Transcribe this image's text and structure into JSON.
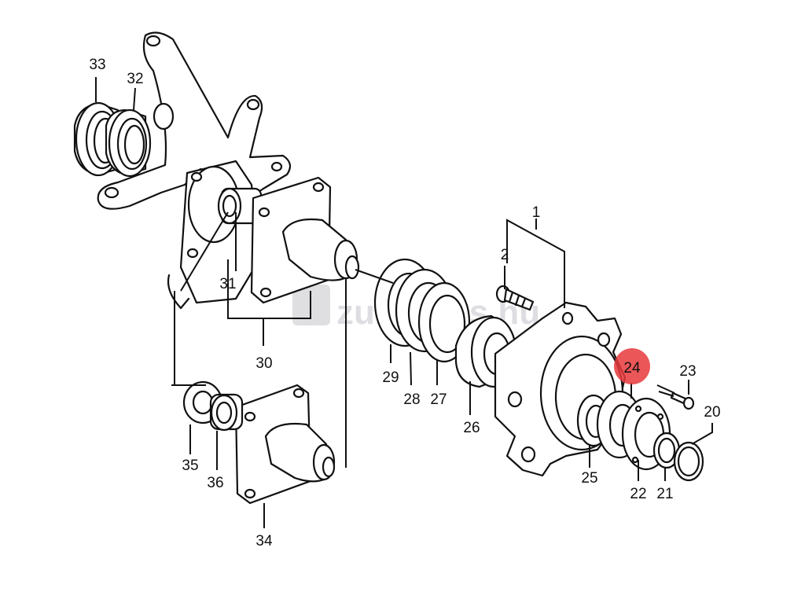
{
  "watermark": {
    "text": "zukiparts.hu"
  },
  "highlight": {
    "part": "24",
    "color": "#e8383c"
  },
  "labels": {
    "p1": "1",
    "p2": "2",
    "p20": "20",
    "p21": "21",
    "p22": "22",
    "p23": "23",
    "p24": "24",
    "p25": "25",
    "p26": "26",
    "p27": "27",
    "p28": "28",
    "p29": "29",
    "p30": "30",
    "p31": "31",
    "p32": "32",
    "p33": "33",
    "p34": "34",
    "p35": "35",
    "p36": "36"
  }
}
